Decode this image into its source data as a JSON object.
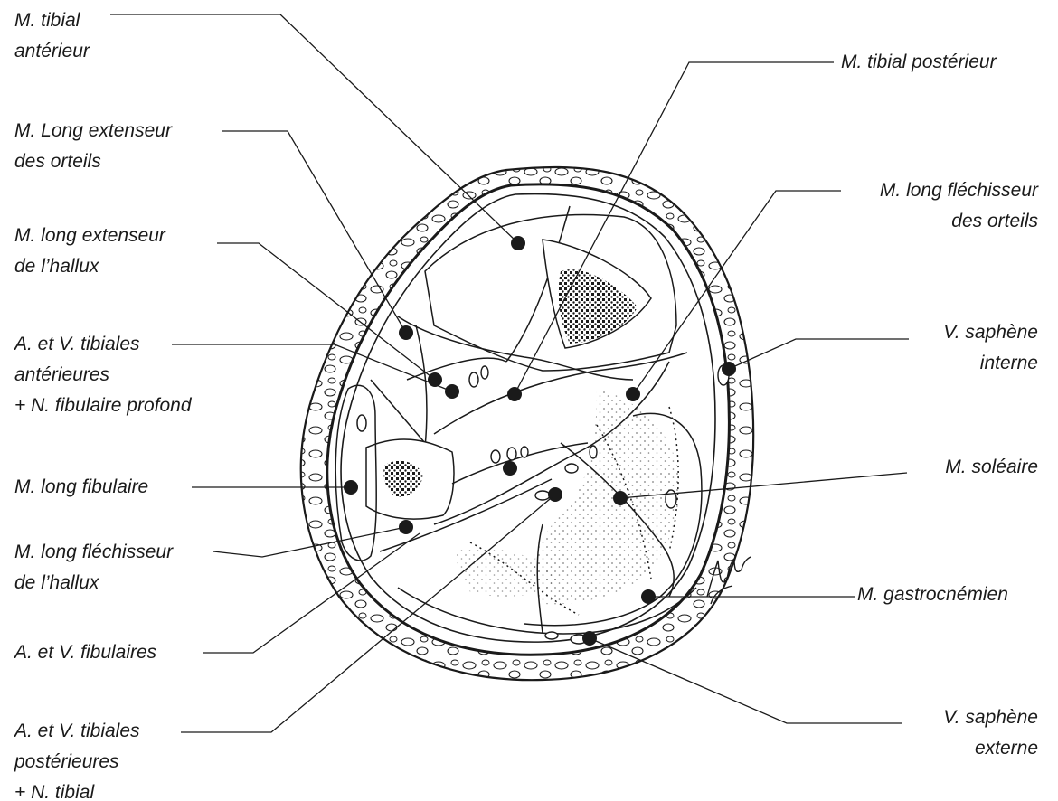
{
  "labels": {
    "tibial_anterieur": [
      "M. tibial",
      "antérieur"
    ],
    "long_extenseur_orteils": [
      "M. Long extenseur",
      "des orteils"
    ],
    "long_extenseur_hallux": [
      "M. long extenseur",
      "de l’hallux"
    ],
    "tibiales_anterieures": [
      "A. et V. tibiales",
      "antérieures",
      "+ N. fibulaire profond"
    ],
    "long_fibulaire": [
      "M. long fibulaire"
    ],
    "long_flechisseur_hallux": [
      "M. long fléchisseur",
      "de l’hallux"
    ],
    "fibulaires": [
      "A. et V. fibulaires"
    ],
    "tibiales_posterieures": [
      "A. et V. tibiales",
      "postérieures",
      "+ N. tibial"
    ],
    "tibial_posterieur": [
      "M. tibial postérieur"
    ],
    "long_flechisseur_orteils": [
      "M. long fléchisseur",
      "des orteils"
    ],
    "saphene_interne": [
      "V. saphène",
      "interne"
    ],
    "soleaire": [
      "M. soléaire"
    ],
    "gastrocnemien": [
      "M. gastrocnémien"
    ],
    "saphene_externe": [
      "V. saphène",
      "externe"
    ]
  },
  "colors": {
    "ink": "#1a1a1a",
    "background": "#ffffff"
  }
}
